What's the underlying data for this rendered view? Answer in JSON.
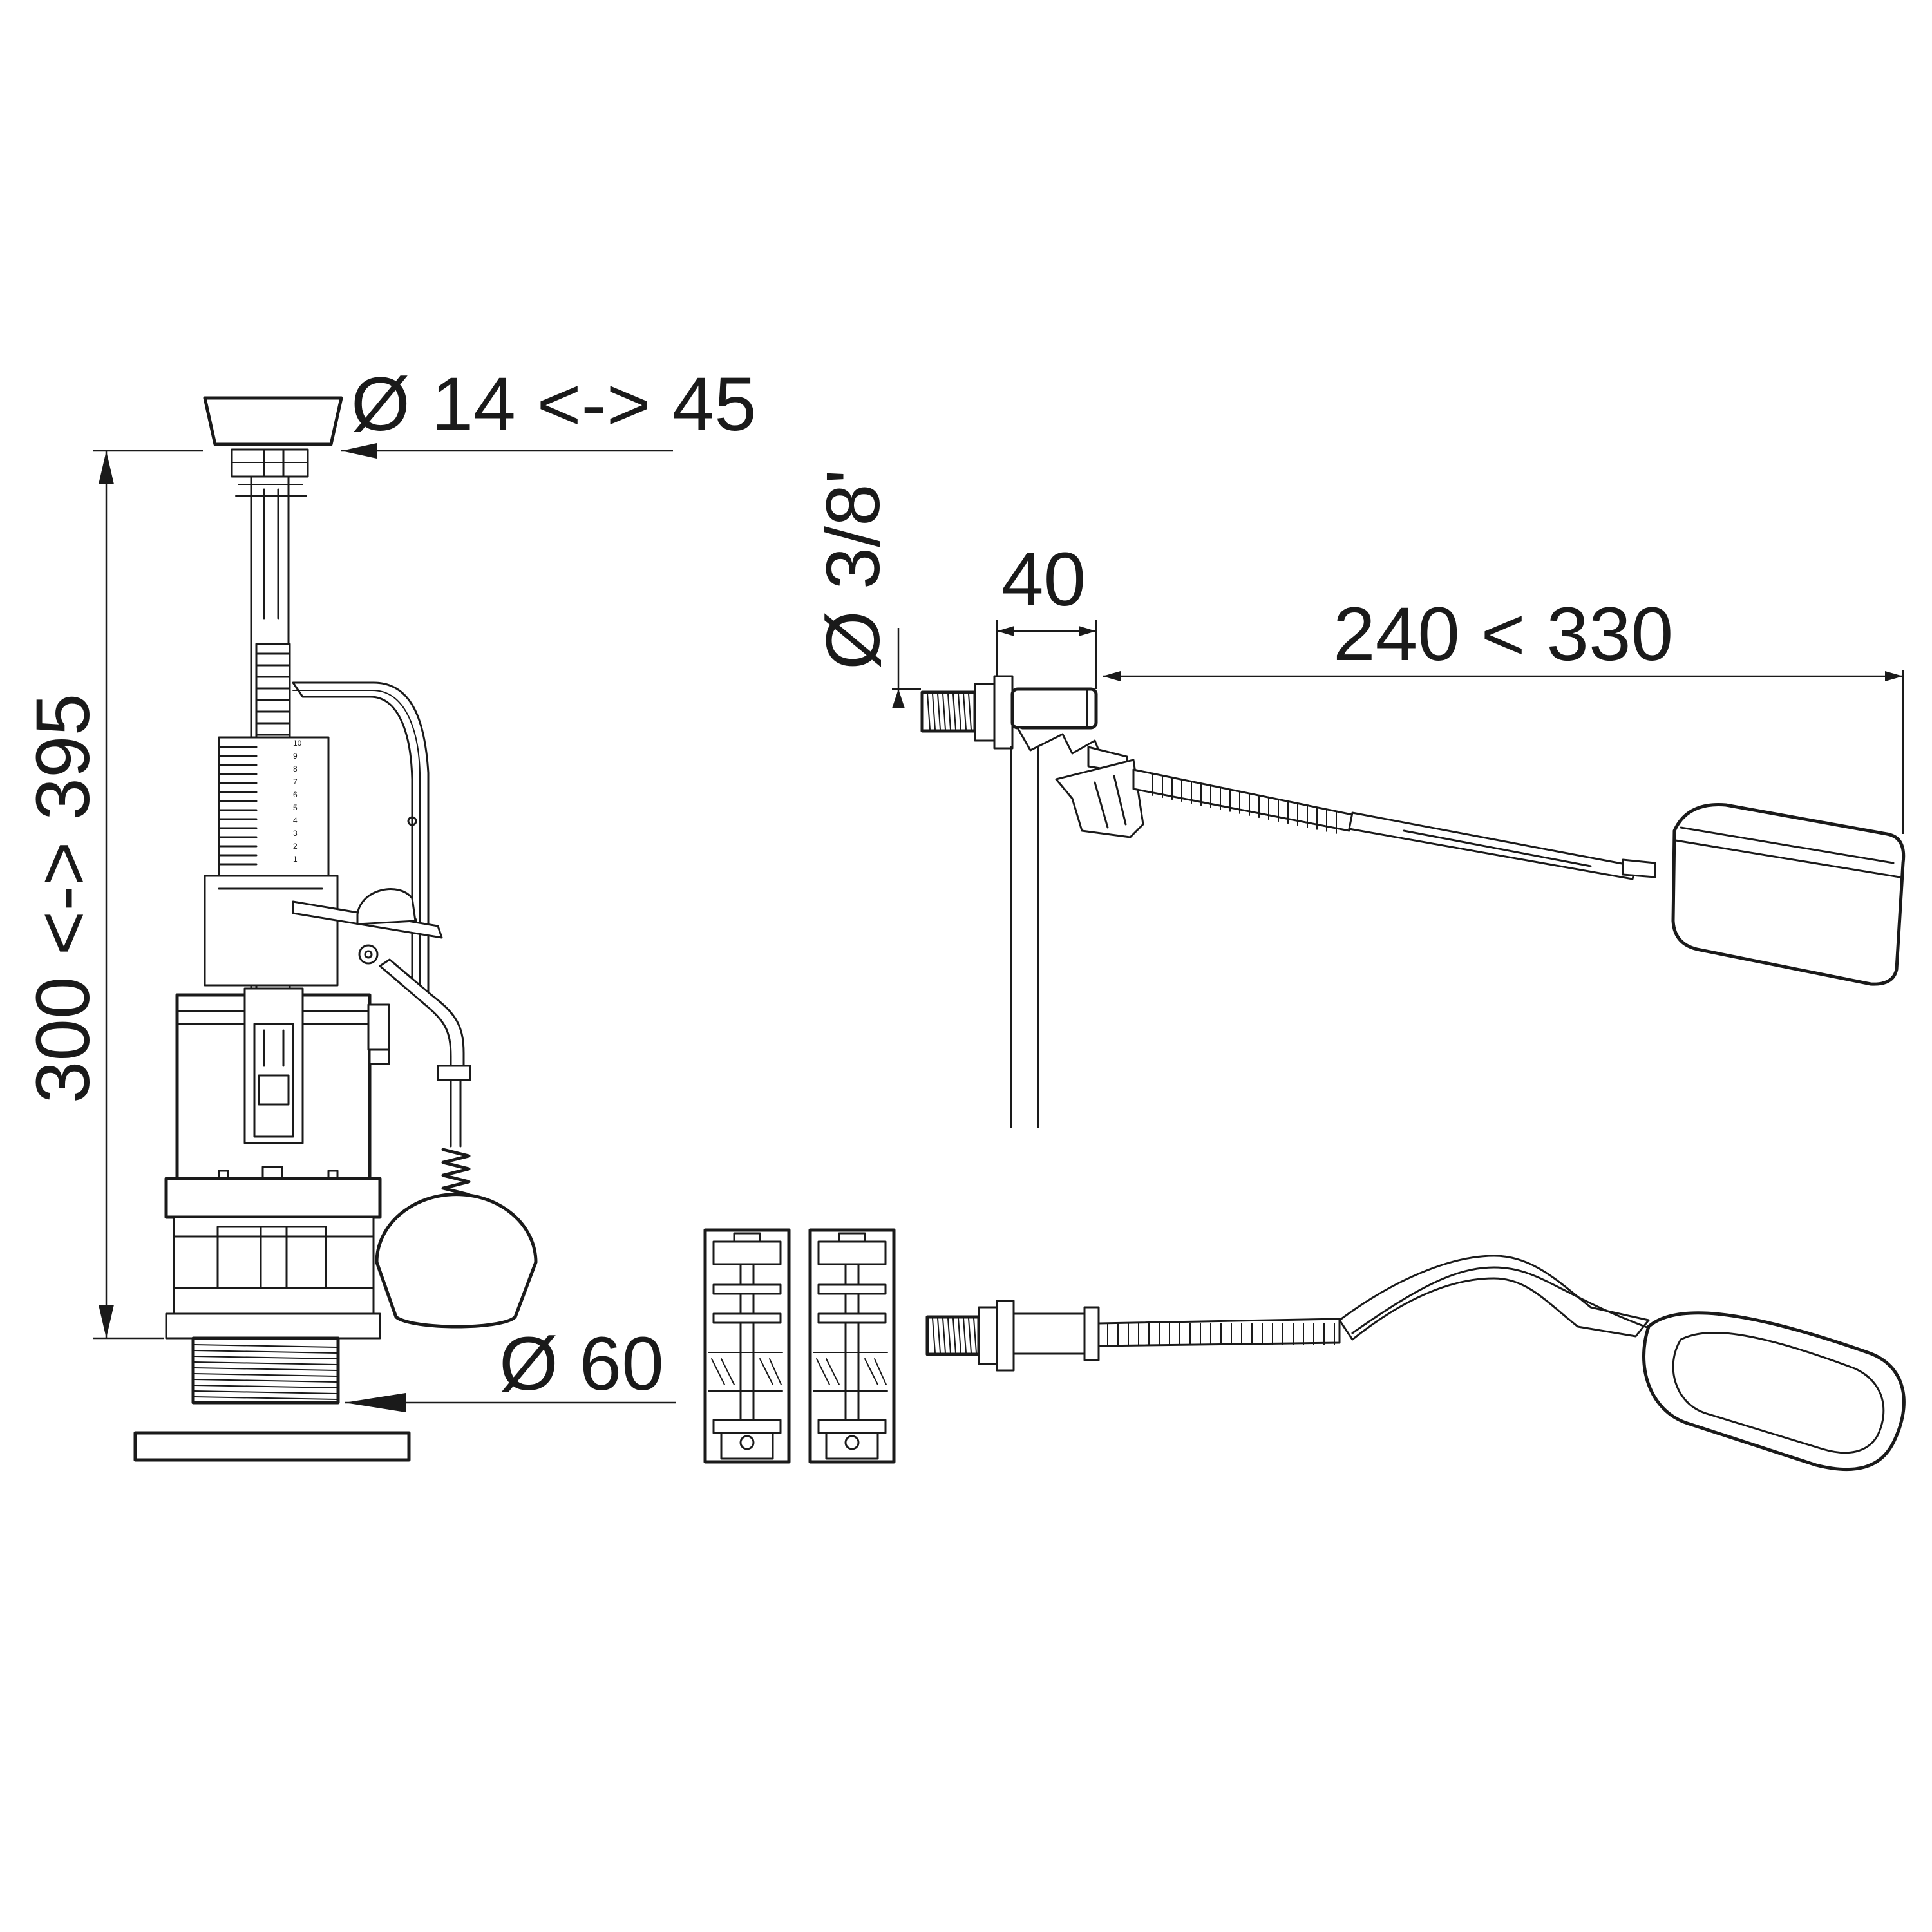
{
  "dimensions": {
    "push_button_diameter": "Ø 14 <-> 45",
    "valve_height": "300 <-> 395",
    "outlet_diameter": "Ø 60",
    "inlet_thread": "Ø 3/8'",
    "inlet_shank_length": "40",
    "float_arm_length": "240 <  330"
  },
  "scale_marks": [
    "10",
    "9",
    "8",
    "7",
    "6",
    "5",
    "4",
    "3",
    "2",
    "1"
  ],
  "colors": {
    "line": "#1a1a1a",
    "background": "#ffffff"
  }
}
